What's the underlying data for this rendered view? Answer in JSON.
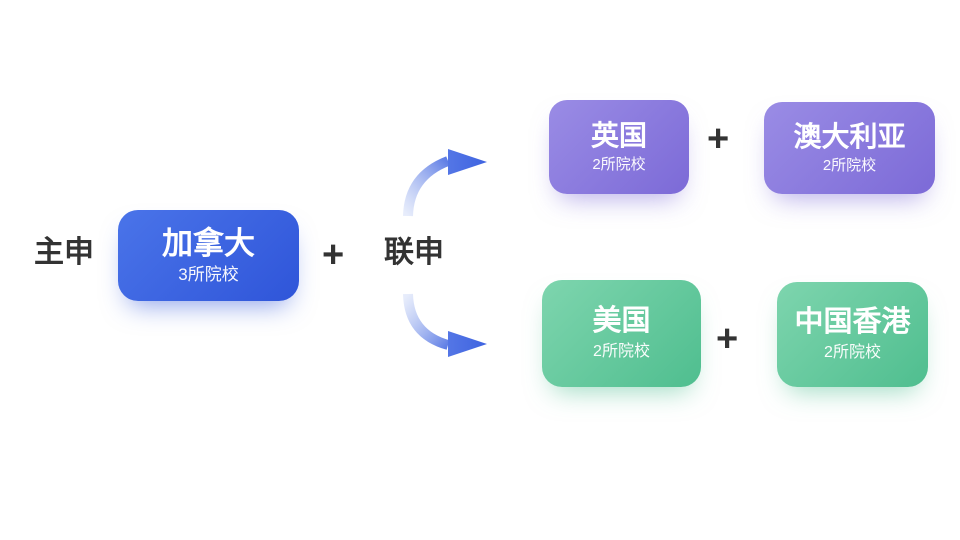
{
  "colors": {
    "background": "#ffffff",
    "text_dark": "#333333",
    "card_text": "#ffffff",
    "blue_gradient_from": "#4a74e9",
    "blue_gradient_to": "#2f55d9",
    "purple_gradient_from": "#9a8ce5",
    "purple_gradient_to": "#7c6ad7",
    "green_gradient_from": "#7ed5ae",
    "green_gradient_to": "#4fbe8f",
    "arrow_light": "#d3ddf8",
    "arrow_dark": "#3e63e0"
  },
  "main": {
    "label": "主申",
    "card": {
      "title": "加拿大",
      "subtitle": "3所院校"
    }
  },
  "plus_main": "+",
  "joint_label": "联申",
  "top_row": {
    "plus": "+",
    "cards": [
      {
        "title": "英国",
        "subtitle": "2所院校"
      },
      {
        "title": "澳大利亚",
        "subtitle": "2所院校"
      }
    ]
  },
  "bottom_row": {
    "plus": "+",
    "cards": [
      {
        "title": "美国",
        "subtitle": "2所院校"
      },
      {
        "title": "中国香港",
        "subtitle": "2所院校"
      }
    ]
  }
}
